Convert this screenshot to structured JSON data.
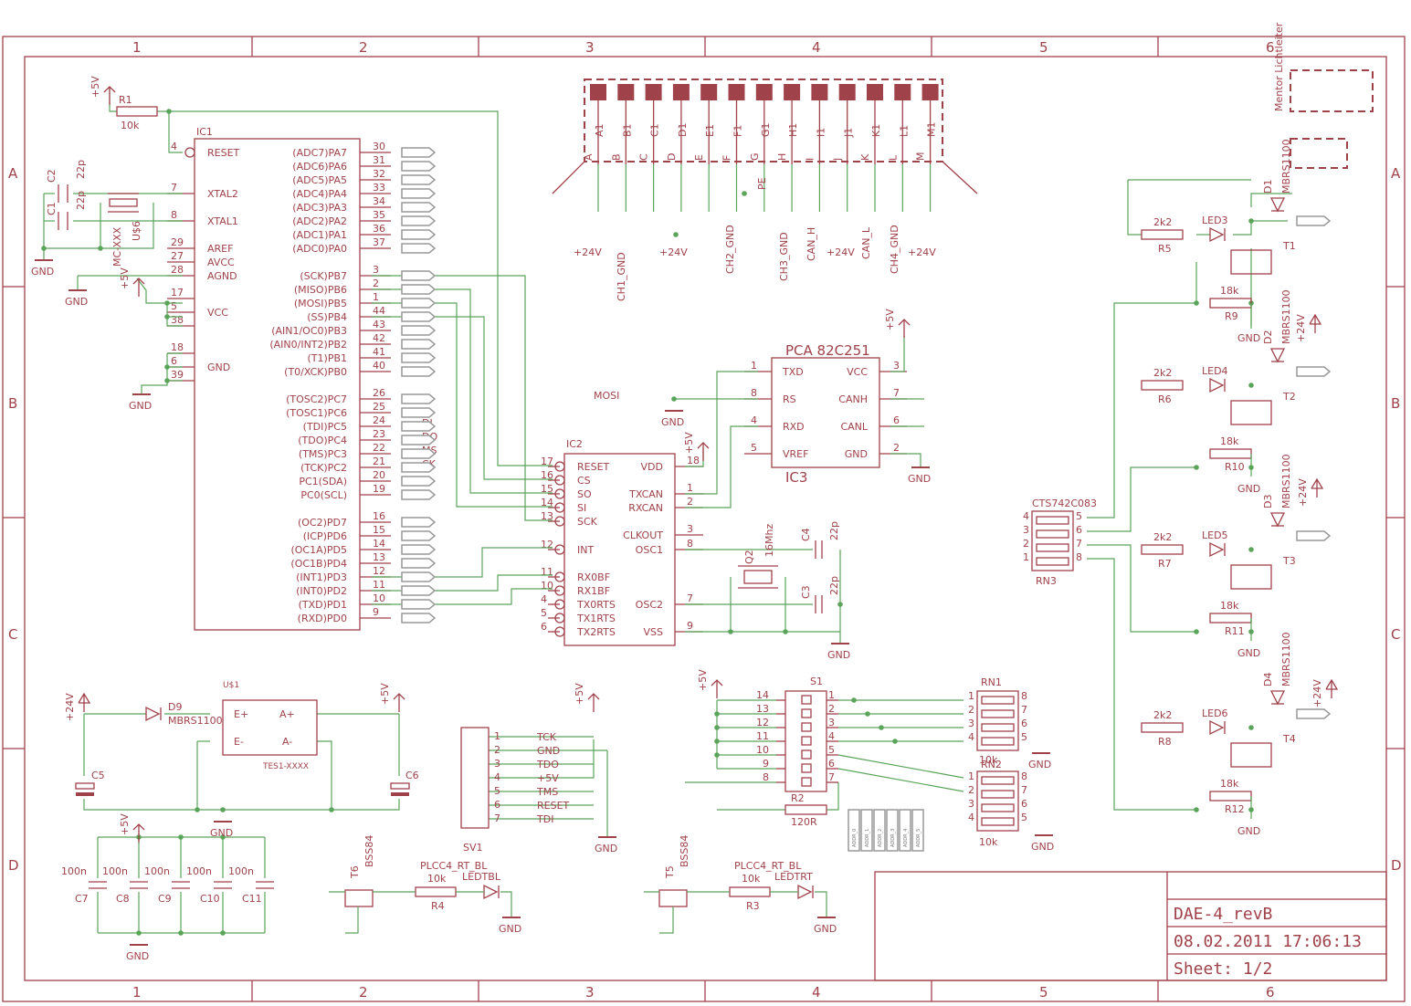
{
  "frame": {
    "columns": [
      "1",
      "2",
      "3",
      "4",
      "5",
      "6"
    ],
    "rows": [
      "A",
      "B",
      "C",
      "D"
    ]
  },
  "title_block": {
    "name": "DAE-4_revB",
    "date": "08.02.2011 17:06:13",
    "sheet": "Sheet: 1/2",
    "corner_text": "Mentor Lichtleiter"
  },
  "ic1": {
    "ref": "IC1",
    "left_pins": [
      {
        "num": "4",
        "name": "RESET"
      },
      {
        "num": "7",
        "name": "XTAL2"
      },
      {
        "num": "8",
        "name": "XTAL1"
      },
      {
        "num": "29",
        "name": "AREF"
      },
      {
        "num": "27",
        "name": "AVCC"
      },
      {
        "num": "28",
        "name": "AGND"
      },
      {
        "num": "17",
        "name": ""
      },
      {
        "num": "5",
        "name": "VCC"
      },
      {
        "num": "38",
        "name": ""
      },
      {
        "num": "18",
        "name": ""
      },
      {
        "num": "6",
        "name": "GND"
      },
      {
        "num": "39",
        "name": ""
      }
    ],
    "right_pins": [
      {
        "num": "30",
        "name": "(ADC7)PA7"
      },
      {
        "num": "31",
        "name": "(ADC6)PA6"
      },
      {
        "num": "32",
        "name": "(ADC5)PA5"
      },
      {
        "num": "33",
        "name": "(ADC4)PA4"
      },
      {
        "num": "34",
        "name": "(ADC3)PA3"
      },
      {
        "num": "35",
        "name": "(ADC2)PA2"
      },
      {
        "num": "36",
        "name": "(ADC1)PA1"
      },
      {
        "num": "37",
        "name": "(ADC0)PA0"
      },
      {
        "num": "3",
        "name": "(SCK)PB7"
      },
      {
        "num": "2",
        "name": "(MISO)PB6"
      },
      {
        "num": "1",
        "name": "(MOSI)PB5"
      },
      {
        "num": "44",
        "name": "(SS)PB4"
      },
      {
        "num": "43",
        "name": "(AIN1/OC0)PB3"
      },
      {
        "num": "42",
        "name": "(AIN0/INT2)PB2"
      },
      {
        "num": "41",
        "name": "(T1)PB1"
      },
      {
        "num": "40",
        "name": "(T0/XCK)PB0"
      },
      {
        "num": "26",
        "name": "(TOSC2)PC7"
      },
      {
        "num": "25",
        "name": "(TOSC1)PC6"
      },
      {
        "num": "24",
        "name": "(TDI)PC5"
      },
      {
        "num": "23",
        "name": "(TDO)PC4"
      },
      {
        "num": "22",
        "name": "(TMS)PC3"
      },
      {
        "num": "21",
        "name": "(TCK)PC2"
      },
      {
        "num": "20",
        "name": "PC1(SDA)"
      },
      {
        "num": "19",
        "name": "PC0(SCL)"
      },
      {
        "num": "16",
        "name": "(OC2)PD7"
      },
      {
        "num": "15",
        "name": "(ICP)PD6"
      },
      {
        "num": "14",
        "name": "(OC1A)PD5"
      },
      {
        "num": "13",
        "name": "(OC1B)PD4"
      },
      {
        "num": "12",
        "name": "(INT1)PD3"
      },
      {
        "num": "11",
        "name": "(INT0)PD2"
      },
      {
        "num": "10",
        "name": "(TXD)PD1"
      },
      {
        "num": "9",
        "name": "(RXD)PD0"
      }
    ],
    "jtag_labels": [
      "DI",
      "DO",
      "MS",
      "CK"
    ]
  },
  "ic2": {
    "ref": "IC2",
    "left_pins": [
      {
        "num": "17",
        "name": "RESET"
      },
      {
        "num": "16",
        "name": "CS"
      },
      {
        "num": "15",
        "name": "SO"
      },
      {
        "num": "14",
        "name": "SI"
      },
      {
        "num": "13",
        "name": "SCK"
      },
      {
        "num": "12",
        "name": "INT"
      },
      {
        "num": "11",
        "name": "RX0BF"
      },
      {
        "num": "10",
        "name": "RX1BF"
      },
      {
        "num": "4",
        "name": "TX0RTS"
      },
      {
        "num": "5",
        "name": "TX1RTS"
      },
      {
        "num": "6",
        "name": "TX2RTS"
      }
    ],
    "right_pins": [
      {
        "num": "18",
        "name": "VDD"
      },
      {
        "num": "1",
        "name": "TXCAN"
      },
      {
        "num": "2",
        "name": "RXCAN"
      },
      {
        "num": "3",
        "name": "CLKOUT"
      },
      {
        "num": "8",
        "name": "OSC1"
      },
      {
        "num": "7",
        "name": "OSC2"
      },
      {
        "num": "9",
        "name": "VSS"
      }
    ]
  },
  "ic3": {
    "ref": "IC3",
    "value": "PCA 82C251",
    "left_pins": [
      {
        "num": "1",
        "name": "TXD"
      },
      {
        "num": "8",
        "name": "RS"
      },
      {
        "num": "4",
        "name": "RXD"
      },
      {
        "num": "5",
        "name": "VREF"
      }
    ],
    "right_pins": [
      {
        "num": "3",
        "name": "VCC"
      },
      {
        "num": "7",
        "name": "CANH"
      },
      {
        "num": "6",
        "name": "CANL"
      },
      {
        "num": "2",
        "name": "GND"
      }
    ]
  },
  "connector": {
    "pins": [
      "A",
      "B",
      "C",
      "D",
      "E",
      "F",
      "G",
      "H",
      "I",
      "J",
      "K",
      "L",
      "M"
    ],
    "bottom_labels": [
      "CH1_GND",
      "CH2_GND",
      "CH3_GND",
      "CAN_H",
      "CAN_L",
      "CH4_GND"
    ],
    "supply_labels": [
      "+24V",
      "+24V",
      "+24V",
      "+24V"
    ],
    "pe_label": "PE"
  },
  "parts": {
    "r1": {
      "ref": "R1",
      "value": "10k"
    },
    "c1": {
      "ref": "C1"
    },
    "c2": {
      "ref": "C2",
      "value": "22p"
    },
    "q1": {
      "value": "MC-XXX",
      "ref": "U$6"
    },
    "q2": {
      "ref": "Q2",
      "value": "16Mhz"
    },
    "c3": {
      "ref": "C3",
      "value": "22p"
    },
    "c4": {
      "ref": "C4",
      "value": "22p"
    },
    "u1": {
      "ref": "U$1",
      "value": "TES1-XXXX",
      "pins": [
        "E+",
        "A+",
        "E-",
        "A-"
      ]
    },
    "d9": {
      "ref": "D9",
      "value": "MBRS1100"
    },
    "c5": {
      "ref": "C5"
    },
    "c6": {
      "ref": "C6"
    },
    "sv1": {
      "ref": "SV1",
      "pins": [
        "TCK",
        "GND",
        "TDO",
        "+5V",
        "TMS",
        "RESET",
        "TDI"
      ]
    },
    "caps": [
      {
        "ref": "C7",
        "value": "100n"
      },
      {
        "ref": "C8",
        "value": "100n"
      },
      {
        "ref": "C9",
        "value": "100n"
      },
      {
        "ref": "C10",
        "value": "100n"
      },
      {
        "ref": "C11",
        "value": "100n"
      }
    ],
    "t6": {
      "ref": "T6",
      "value": "BSS84"
    },
    "t5": {
      "ref": "T5",
      "value": "BSS84"
    },
    "r4": {
      "ref": "R4",
      "value": "10k"
    },
    "r3": {
      "ref": "R3",
      "value": "10k"
    },
    "ledbl": {
      "value": "PLCC4_RT_BL",
      "ref": "LEDTBL"
    },
    "ledrt": {
      "value": "PLCC4_RT_BL",
      "ref": "LEDTRT"
    },
    "s1": {
      "ref": "S1",
      "left_pins": [
        "14",
        "13",
        "12",
        "11",
        "10",
        "9",
        "8"
      ],
      "right_pins": [
        "1",
        "2",
        "3",
        "4",
        "5",
        "6",
        "7"
      ]
    },
    "r2": {
      "ref": "R2",
      "value": "120R"
    },
    "rn1": {
      "ref": "RN1",
      "value": "10k"
    },
    "rn2": {
      "ref": "RN2",
      "value": "10k"
    },
    "rn3": {
      "ref": "RN3",
      "value": "CTS742C083"
    },
    "addr_labels": [
      "ADDR_0",
      "ADDR_1",
      "ADDR_2",
      "ADDR_3",
      "ADDR_4",
      "ADDR_5"
    ],
    "mosi_text": "MOSI"
  },
  "outputs": [
    {
      "res_a": "2k2",
      "res_a_ref": "R5",
      "led": "LED3",
      "diode": "D1",
      "diode_value": "MBRS1100",
      "res_b": "18k",
      "res_b_ref": "R9",
      "fet": "T1"
    },
    {
      "res_a": "2k2",
      "res_a_ref": "R6",
      "led": "LED4",
      "diode": "D2",
      "diode_value": "MBRS1100",
      "res_b": "18k",
      "res_b_ref": "R10",
      "fet": "T2"
    },
    {
      "res_a": "2k2",
      "res_a_ref": "R7",
      "led": "LED5",
      "diode": "D3",
      "diode_value": "MBRS1100",
      "res_b": "18k",
      "res_b_ref": "R11",
      "fet": "T3"
    },
    {
      "res_a": "2k2",
      "res_a_ref": "R8",
      "led": "LED6",
      "diode": "D4",
      "diode_value": "MBRS1100",
      "res_b": "18k",
      "res_b_ref": "R12",
      "fet": "T4"
    }
  ],
  "supply": {
    "p5": "+5V",
    "p24": "+24V",
    "gnd": "GND"
  }
}
